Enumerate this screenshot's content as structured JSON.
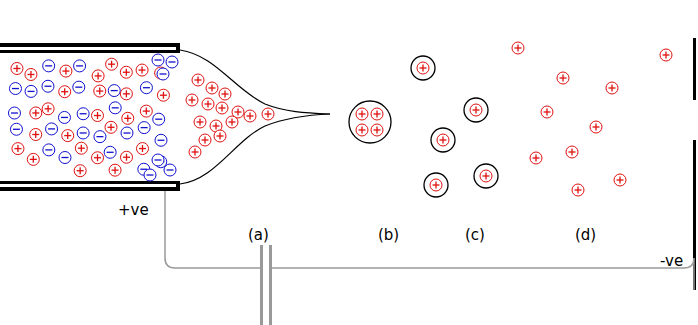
{
  "diagram": {
    "labels": [
      "+ve",
      "(a)",
      "(b)",
      "(c)",
      "(d)",
      "-ve"
    ]
  }
}
